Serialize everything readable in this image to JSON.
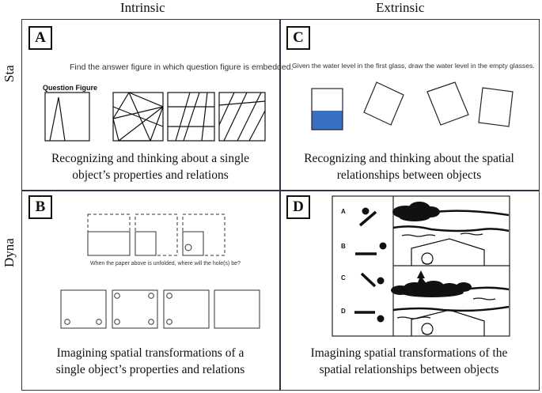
{
  "columns": {
    "left": "Intrinsic",
    "right": "Extrinsic"
  },
  "rows": {
    "top": "Sta",
    "bottom": "Dyna"
  },
  "panels": {
    "A": {
      "letter": "A",
      "instruction": "Find the answer figure in which question figure is embedded.",
      "figure_label": "Question Figure",
      "caption_1": "Recognizing and thinking about a single",
      "caption_2": "object’s properties and relations"
    },
    "B": {
      "letter": "B",
      "instruction": "When the paper above is unfolded, where will the hole(s) be?",
      "caption_1": "Imagining spatial transformations of a",
      "caption_2": "single object’s properties and relations"
    },
    "C": {
      "letter": "C",
      "instruction": "Given the water level in the first glass, draw the water level in the empty glasses.",
      "caption_1": "Recognizing and thinking about the spatial",
      "caption_2": "relationships between objects",
      "water_color": "#3a6fc4"
    },
    "D": {
      "letter": "D",
      "options": [
        "A",
        "B",
        "C",
        "D"
      ],
      "caption_1": "Imagining spatial transformations of the",
      "caption_2": "spatial relationships between objects"
    }
  }
}
